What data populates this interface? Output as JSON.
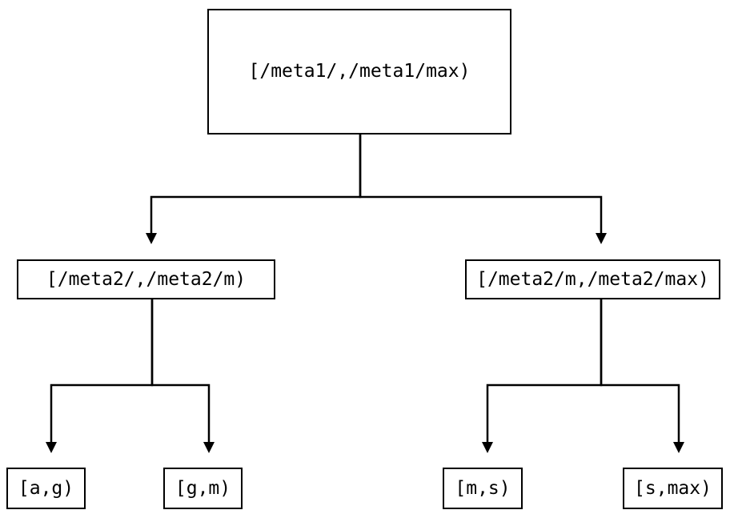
{
  "diagram": {
    "type": "binary-interval-partition-tree",
    "background_color": "#ffffff",
    "line_color": "#000000",
    "text_color": "#000000",
    "nodes": {
      "root": {
        "label": "[/meta1/,/meta1/max)",
        "level": 0
      },
      "mid_left": {
        "label": "[/meta2/,/meta2/m)",
        "level": 1
      },
      "mid_right": {
        "label": "[/meta2/m,/meta2/max)",
        "level": 1
      },
      "leaf_1": {
        "label": "[a,g)",
        "level": 2
      },
      "leaf_2": {
        "label": "[g,m)",
        "level": 2
      },
      "leaf_3": {
        "label": "[m,s)",
        "level": 2
      },
      "leaf_4": {
        "label": "[s,max)",
        "level": 2
      }
    },
    "edges": [
      {
        "from": "root",
        "to": "mid_left",
        "arrow": "down"
      },
      {
        "from": "root",
        "to": "mid_right",
        "arrow": "down"
      },
      {
        "from": "mid_left",
        "to": "leaf_1",
        "arrow": "down"
      },
      {
        "from": "mid_left",
        "to": "leaf_2",
        "arrow": "down"
      },
      {
        "from": "mid_right",
        "to": "leaf_3",
        "arrow": "down"
      },
      {
        "from": "mid_right",
        "to": "leaf_4",
        "arrow": "down"
      }
    ]
  }
}
